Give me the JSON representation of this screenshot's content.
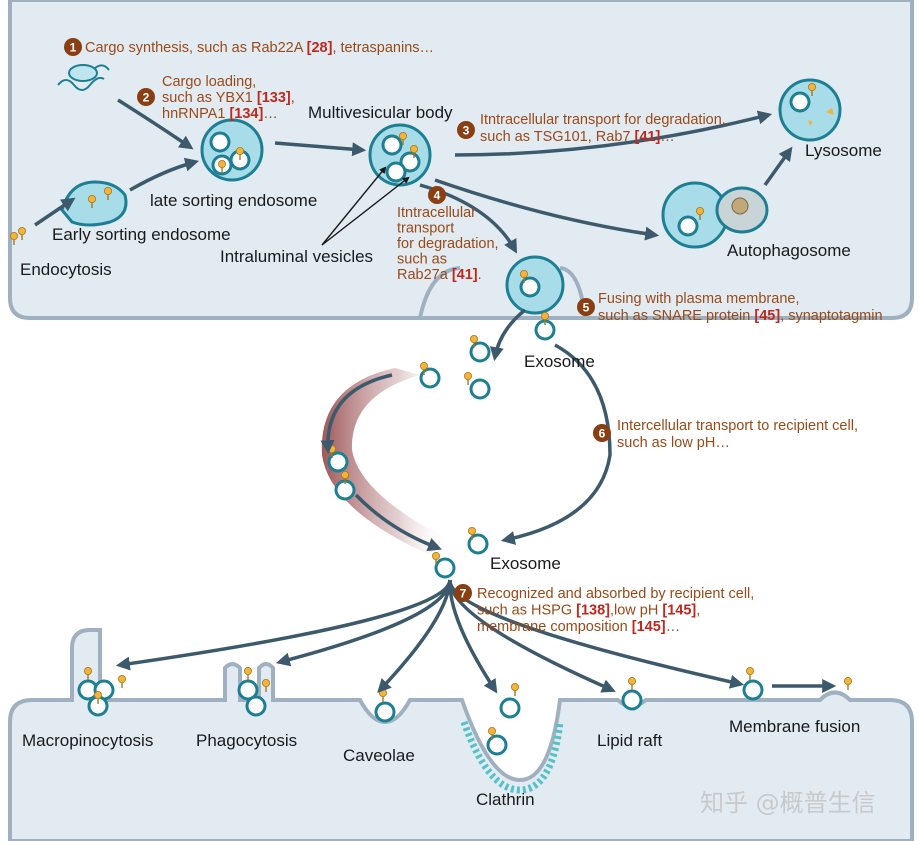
{
  "labels": {
    "endocytosis": "Endocytosis",
    "early_sorting": "Early sorting endosome",
    "late_sorting": "late sorting endosome",
    "mvb": "Multivesicular body",
    "intraluminal": "Intraluminal vesicles",
    "lysosome": "Lysosome",
    "autophagosome": "Autophagosome",
    "exosome_top": "Exosome",
    "exosome_bottom": "Exosome",
    "macropinocytosis": "Macropinocytosis",
    "phagocytosis": "Phagocytosis",
    "caveolae": "Caveolae",
    "clathrin": "Clathrin",
    "lipid_raft": "Lipid raft",
    "membrane_fusion": "Membrane fusion"
  },
  "steps": [
    {
      "num": "1",
      "lines": [
        [
          {
            "t": "Cargo synthesis, such as Rab22A ",
            "r": false
          },
          {
            "t": "[28]",
            "r": true
          },
          {
            "t": ", tetraspanins…",
            "r": false
          }
        ]
      ]
    },
    {
      "num": "2",
      "lines": [
        [
          {
            "t": "Cargo loading,",
            "r": false
          }
        ],
        [
          {
            "t": "such as YBX1 ",
            "r": false
          },
          {
            "t": "[133]",
            "r": true
          },
          {
            "t": ",",
            "r": false
          }
        ],
        [
          {
            "t": "hnRNPA1 ",
            "r": false
          },
          {
            "t": "[134]",
            "r": true
          },
          {
            "t": "…",
            "r": false
          }
        ]
      ]
    },
    {
      "num": "3",
      "lines": [
        [
          {
            "t": "Itntracellular transport for degradation,",
            "r": false
          }
        ],
        [
          {
            "t": "such as TSG101, Rab7 ",
            "r": false
          },
          {
            "t": "[41]",
            "r": true
          },
          {
            "t": "…",
            "r": false
          }
        ]
      ]
    },
    {
      "num": "4",
      "lines": [
        [
          {
            "t": "Itntracellular",
            "r": false
          }
        ],
        [
          {
            "t": "transport",
            "r": false
          }
        ],
        [
          {
            "t": "for degradation,",
            "r": false
          }
        ],
        [
          {
            "t": "such as",
            "r": false
          }
        ],
        [
          {
            "t": "Rab27a ",
            "r": false
          },
          {
            "t": "[41]",
            "r": true
          },
          {
            "t": ".",
            "r": false
          }
        ]
      ]
    },
    {
      "num": "5",
      "lines": [
        [
          {
            "t": "Fusing with plasma membrane,",
            "r": false
          }
        ],
        [
          {
            "t": "such as SNARE protein ",
            "r": false
          },
          {
            "t": "[45]",
            "r": true
          },
          {
            "t": ", synaptotagmin",
            "r": false
          }
        ]
      ]
    },
    {
      "num": "6",
      "lines": [
        [
          {
            "t": "Intercellular transport to recipient cell,",
            "r": false
          }
        ],
        [
          {
            "t": "such as low pH…",
            "r": false
          }
        ]
      ]
    },
    {
      "num": "7",
      "lines": [
        [
          {
            "t": "Recognized and absorbed by recipient cell,",
            "r": false
          }
        ],
        [
          {
            "t": "such as HSPG ",
            "r": false
          },
          {
            "t": "[138]",
            "r": true
          },
          {
            "t": ",low pH ",
            "r": false
          },
          {
            "t": "[145]",
            "r": true
          },
          {
            "t": ",",
            "r": false
          }
        ],
        [
          {
            "t": "membrane composition ",
            "r": false
          },
          {
            "t": "[145]",
            "r": true
          },
          {
            "t": "…",
            "r": false
          }
        ]
      ]
    }
  ],
  "watermark": "知乎 @概普生信",
  "colors": {
    "cell_fill": "#e3ebf2",
    "membrane": "#9fb1c0",
    "arrow": "#3d5a6c",
    "vesicle_ring": "#1d7f93",
    "vesicle_fill": "#8fd4e2",
    "cargo": "#f2b43a",
    "step_text": "#9a4a18",
    "step_circle": "#8a3f12",
    "ref_text": "#c0281c",
    "blood_vessel": "#8c3a3c"
  }
}
